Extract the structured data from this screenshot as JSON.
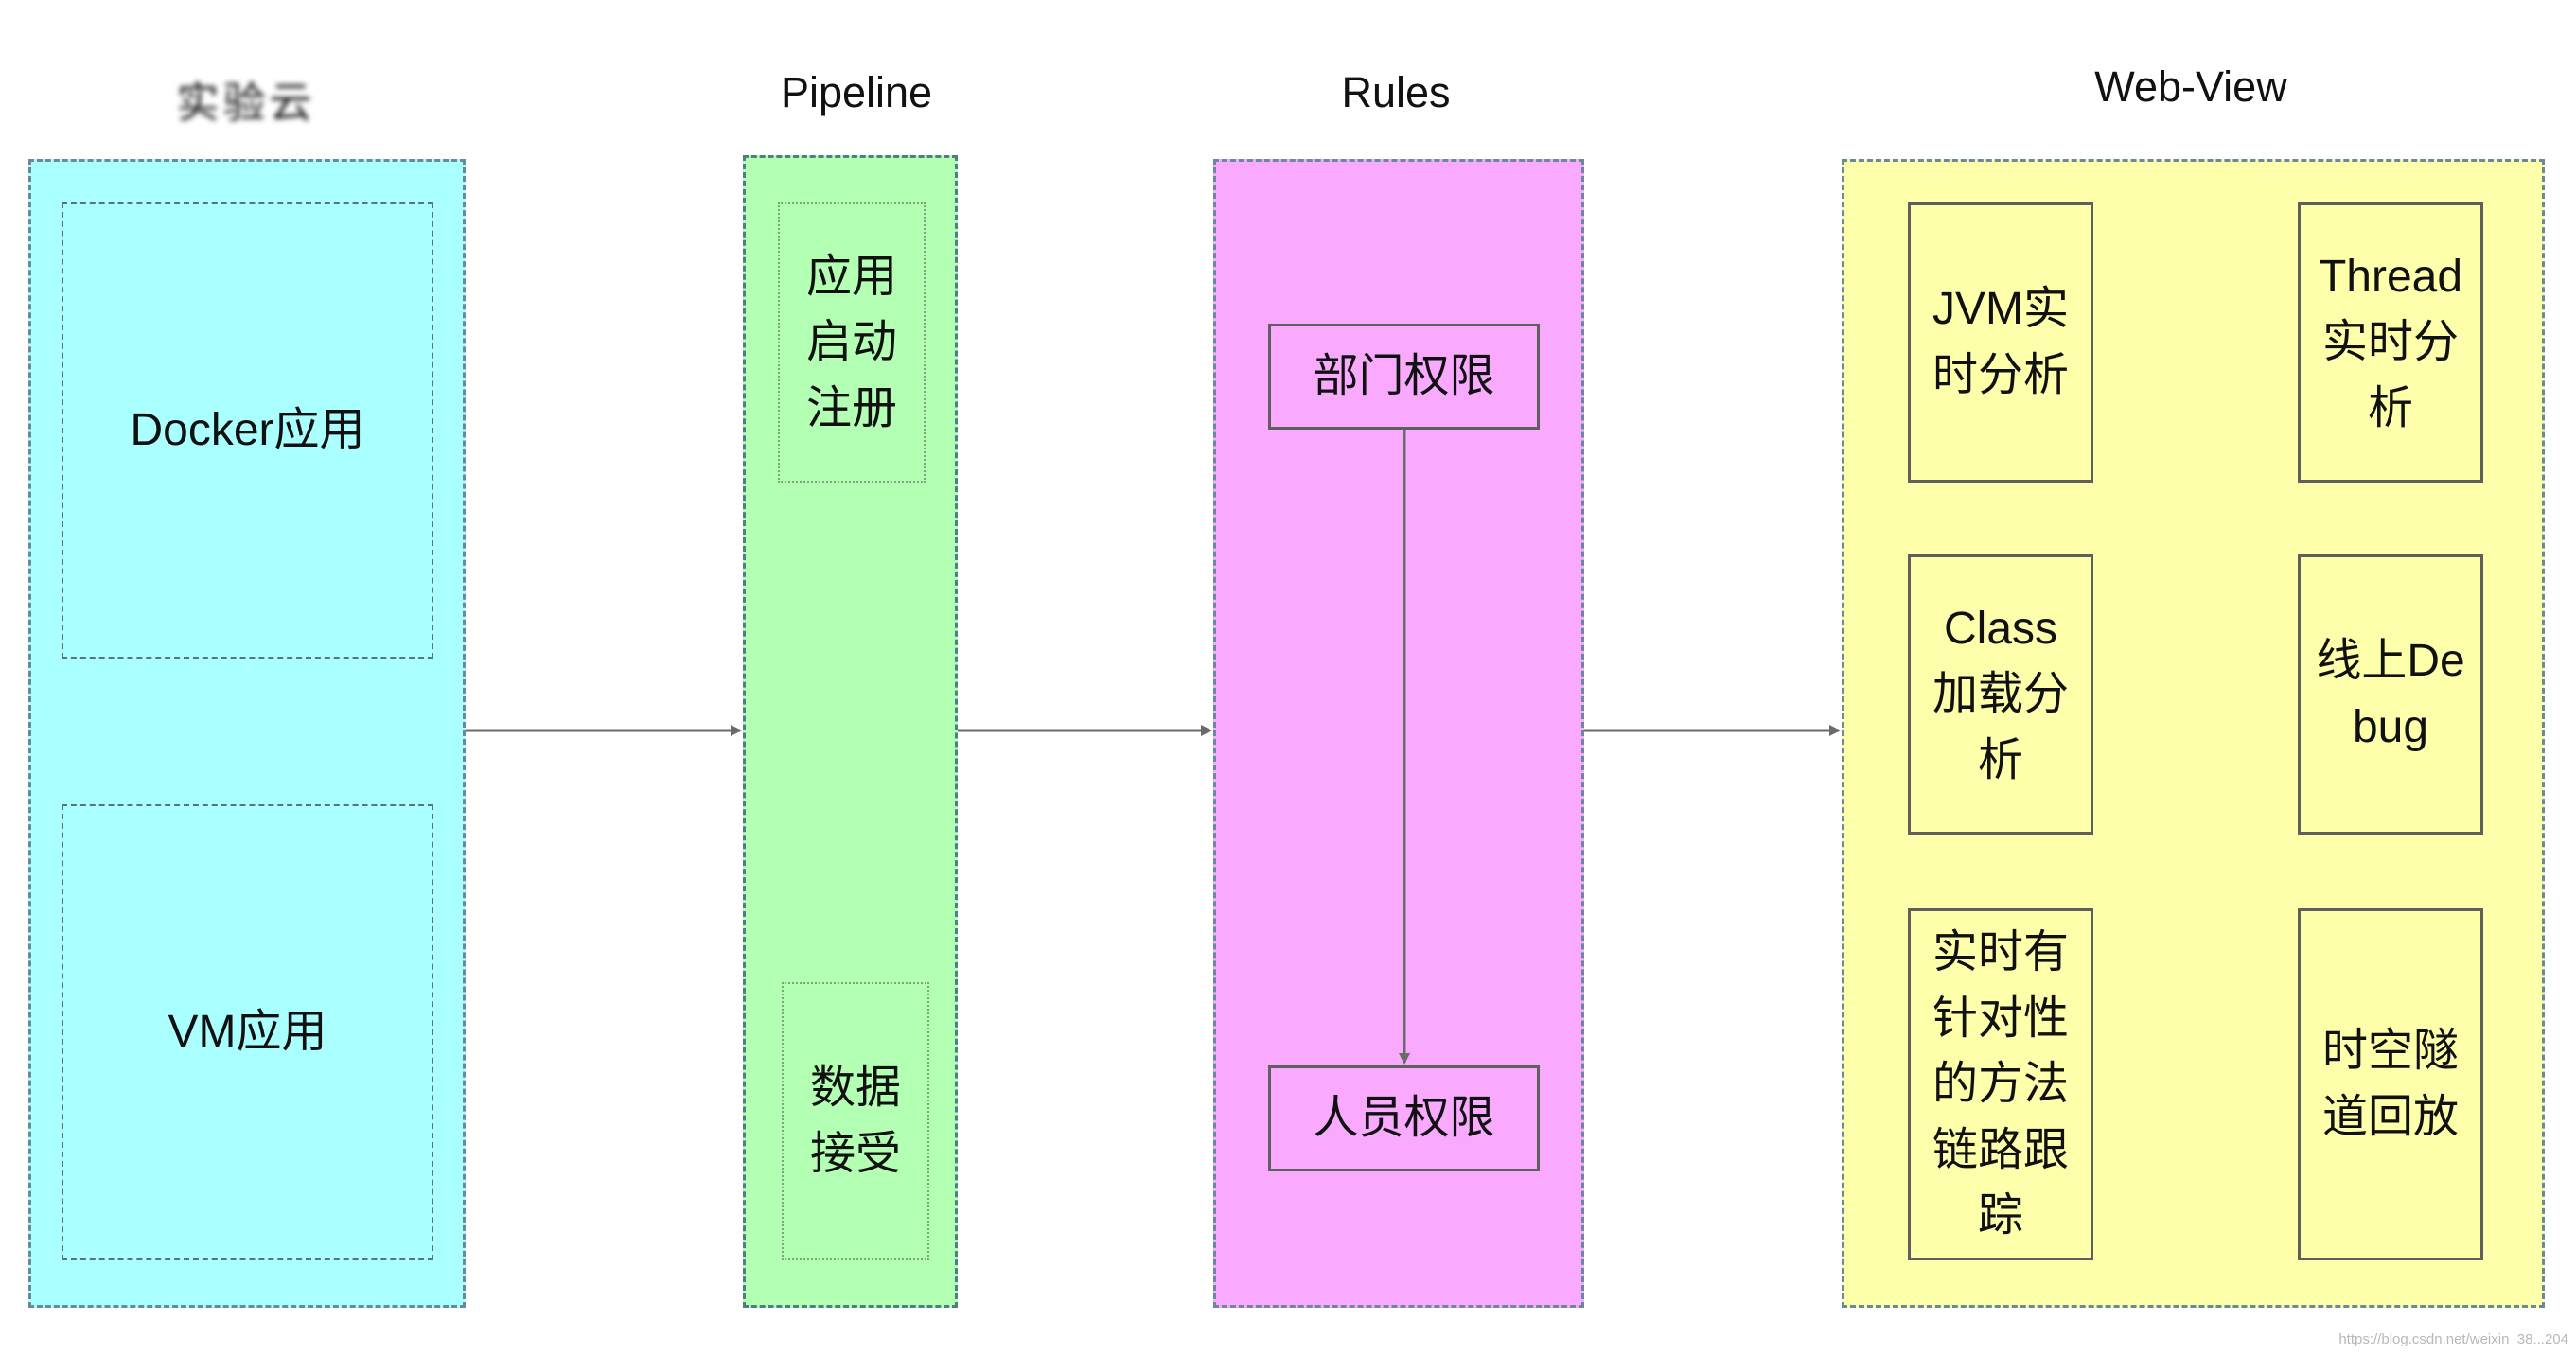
{
  "columns": {
    "cloud": {
      "title": "实验云",
      "boxes": [
        "Docker应用",
        "VM应用"
      ],
      "fill": "#aaffff"
    },
    "pipeline": {
      "title": "Pipeline",
      "boxes": [
        "应用启动注册",
        "数据接受"
      ],
      "fill": "#b3ffb3"
    },
    "rules": {
      "title": "Rules",
      "boxes": [
        "部门权限",
        "人员权限"
      ],
      "fill": "#f9aaff"
    },
    "webview": {
      "title": "Web-View",
      "boxes": [
        "JVM实时分析",
        "Thread实时分析",
        "Class加载分析",
        "线上Debug",
        "实时有针对性的方法链路跟踪",
        "时空隧道回放"
      ],
      "fill": "#fdffaa"
    }
  },
  "colors": {
    "arrow": "#6a6a6a",
    "box_border": "#5f5f5f",
    "dash_border": "#6a8a9a"
  },
  "watermark": "https://blog.csdn.net/weixin_38...204"
}
